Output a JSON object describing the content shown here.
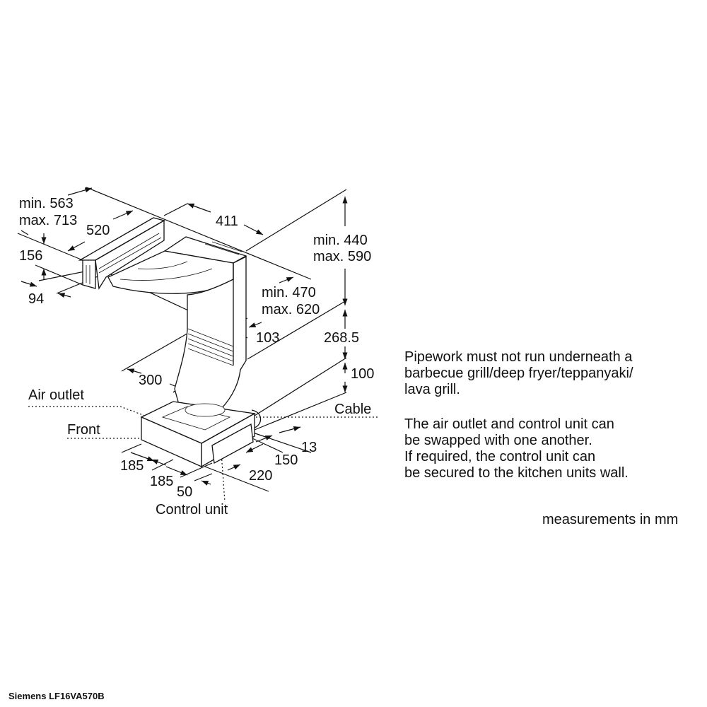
{
  "dimensions": {
    "min_563": "min. 563",
    "max_713": "max. 713",
    "d520": "520",
    "d156": "156",
    "d94": "94",
    "d411": "411",
    "min_440": "min. 440",
    "max_590": "max. 590",
    "min_470": "min. 470",
    "max_620": "max. 620",
    "d103": "103",
    "d268_5": "268.5",
    "d300": "300",
    "d100": "100",
    "d13": "13",
    "d150": "150",
    "d185a": "185",
    "d220": "220",
    "d185b": "185",
    "d50": "50"
  },
  "labels": {
    "air_outlet": "Air outlet",
    "cable": "Cable",
    "front": "Front",
    "control_unit": "Control unit"
  },
  "notes": {
    "warning": [
      "Pipework must not run underneath a",
      "barbecue grill/deep fryer/teppanyaki/",
      "lava grill."
    ],
    "info": [
      "The air outlet and control unit can",
      "be swapped with one another.",
      "If required, the control unit can",
      "be secured to the kitchen units wall."
    ]
  },
  "units_note": "measurements in mm",
  "footer": "Siemens LF16VA570B"
}
